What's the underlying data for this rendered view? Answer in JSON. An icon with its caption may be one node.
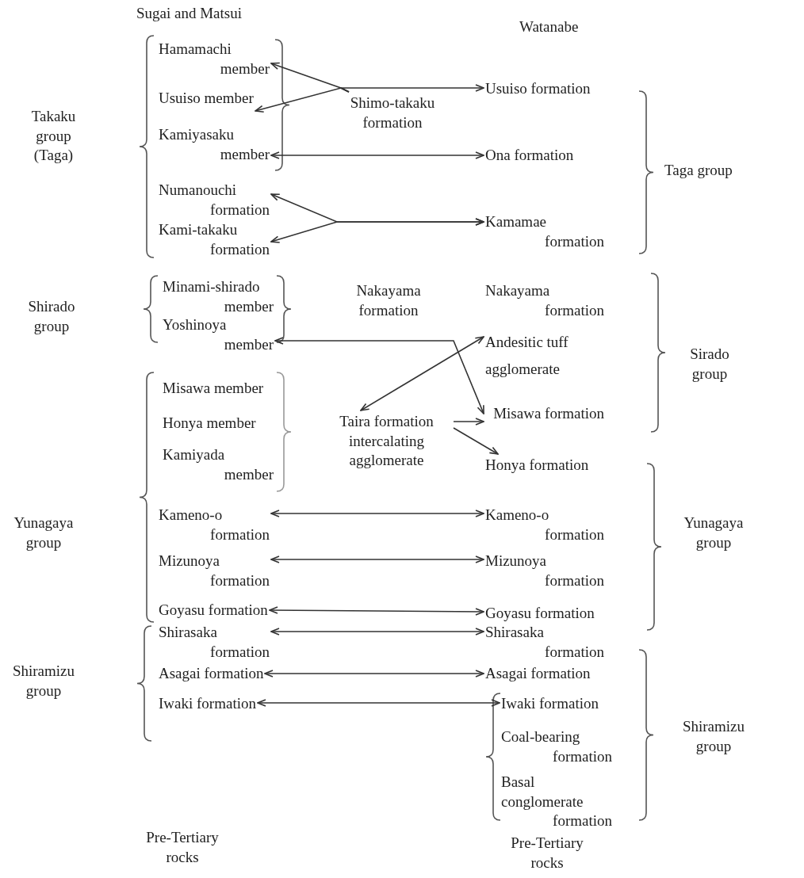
{
  "diagram": {
    "nodes": [
      {
        "text": [
          "Hamamachi member"
        ]
      },
      {
        "text": [
          "Usuiso member"
        ]
      },
      {
        "text": [
          "Shimo-takaku formation"
        ]
      },
      {
        "text": [
          "Usuiso formation"
        ]
      },
      {
        "text": [
          "Kamiyasaku member"
        ]
      },
      {
        "text": [
          "Ona formation"
        ]
      },
      {
        "text": [
          "Numanouchi formation"
        ]
      },
      {
        "text": [
          "Kami-takaku formation"
        ]
      },
      {
        "text": [
          "Kamamae formation"
        ]
      },
      {
        "text": [
          "Yoshinoya member"
        ]
      },
      {
        "text": [
          "Andesitic tuff agglomerate"
        ]
      },
      {
        "text": [
          "Taira formation intercalating agglomerate"
        ]
      },
      {
        "text": [
          "Misawa formation"
        ]
      },
      {
        "text": [
          "Honya formation"
        ]
      },
      {
        "text": [
          "Kameno-o formation"
        ]
      },
      {
        "text": [
          "Kameno-o formation"
        ]
      },
      {
        "text": [
          "Mizunoya formation"
        ]
      },
      {
        "text": [
          "Mizunoya formation"
        ]
      },
      {
        "text": [
          "Goyasu formation"
        ]
      },
      {
        "text": [
          "Goyasu formation"
        ]
      },
      {
        "text": [
          "Shirasaka formation"
        ]
      },
      {
        "text": [
          "Shirasaka formation"
        ]
      },
      {
        "text": [
          "Asagai formation"
        ]
      },
      {
        "text": [
          "Asagai formation"
        ]
      },
      {
        "text": [
          "Iwaki formation"
        ]
      },
      {
        "text": [
          "Iwaki formation"
        ]
      }
    ],
    "edges": [
      {
        "from": 2,
        "to": 0,
        "arrow": "to"
      },
      {
        "from": 2,
        "to": 1,
        "arrow": "to"
      },
      {
        "from": 2,
        "to": 3,
        "arrow": "to"
      },
      {
        "from": 4,
        "to": 5,
        "arrow": "both"
      },
      {
        "from": 6,
        "to": 8,
        "arrow": "both"
      },
      {
        "from": 7,
        "to": 8,
        "arrow": "both"
      },
      {
        "from": 9,
        "to": 12,
        "arrow": "both"
      },
      {
        "from": 10,
        "to": 11,
        "arrow": "both"
      },
      {
        "from": 11,
        "to": 12,
        "arrow": "to"
      },
      {
        "from": 11,
        "to": 13,
        "arrow": "to"
      },
      {
        "from": 14,
        "to": 15,
        "arrow": "both"
      },
      {
        "from": 16,
        "to": 17,
        "arrow": "both"
      },
      {
        "from": 18,
        "to": 19,
        "arrow": "both"
      },
      {
        "from": 20,
        "to": 21,
        "arrow": "both"
      },
      {
        "from": 22,
        "to": 23,
        "arrow": "both"
      },
      {
        "from": 24,
        "to": 25,
        "arrow": "both"
      }
    ],
    "labels": [
      "Sugai and Matsui",
      "Watanabe",
      "Takaku group (Taga)",
      "Taga group",
      "Minami-shirado member",
      "Nakayama formation",
      "Nakayama formation",
      "Shirado group",
      "Sirado group",
      "Misawa member",
      "Honya member",
      "Kamiyada member",
      "Yunagaya group",
      "Yunagaya group",
      "Shiramizu group",
      "Coal-bearing formation",
      "Basal conglomerate formation",
      "Shiramizu group",
      "Pre-Tertiary rocks",
      "Pre-Tertiary rocks"
    ]
  }
}
